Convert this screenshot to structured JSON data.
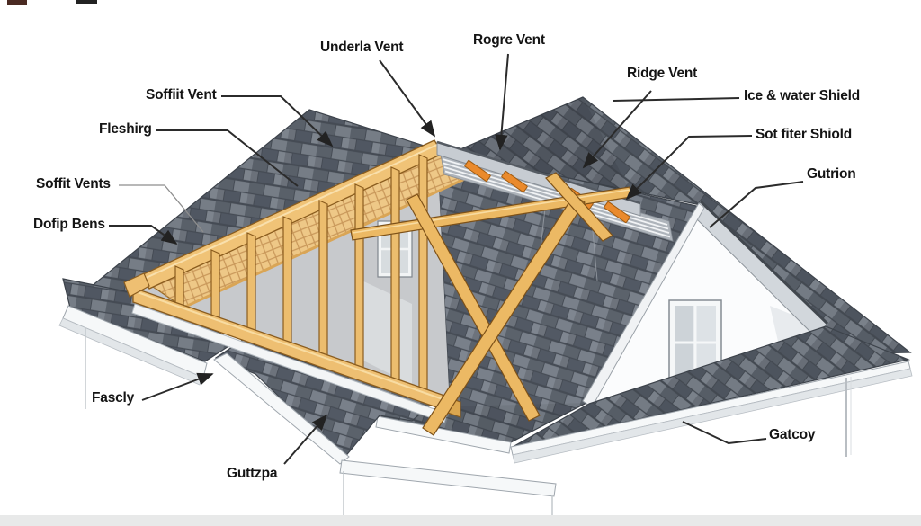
{
  "diagram": {
    "subject": "roof-components",
    "labels": [
      {
        "id": "soffiit-vent",
        "text": "Soffiit Vent"
      },
      {
        "id": "fleshirg",
        "text": "Fleshirg"
      },
      {
        "id": "soffit-vents",
        "text": "Soffit Vents"
      },
      {
        "id": "dofip-bens",
        "text": "Dofip Bens"
      },
      {
        "id": "underla-vent",
        "text": "Underla Vent"
      },
      {
        "id": "rogre-vent",
        "text": "Rogre Vent"
      },
      {
        "id": "ridge-vent",
        "text": "Ridge Vent"
      },
      {
        "id": "ice-water-shield",
        "text": "Ice & water Shield"
      },
      {
        "id": "sot-fiter-shiold",
        "text": "Sot fiter Shiold"
      },
      {
        "id": "gutrion",
        "text": "Gutrion"
      },
      {
        "id": "fascly",
        "text": "Fascly"
      },
      {
        "id": "guttzpa",
        "text": "Guttzpa"
      },
      {
        "id": "gatcoy",
        "text": "Gatcoy"
      }
    ],
    "colors": {
      "background": "#ffffff",
      "shingle_base": "#6b717a",
      "shingle_dark": "#4b515a",
      "shingle_light": "#828992",
      "wood": "#edc173",
      "wood_outline": "#8a5c1e",
      "ridge_vent_metal": "#c7ccd2",
      "vent_block_orange": "#ea8a2c",
      "trim_white": "#f6f8f9",
      "wall_grey": "#c7c9cc",
      "label_text": "#141414",
      "leader_line": "#2b2b2b"
    }
  }
}
